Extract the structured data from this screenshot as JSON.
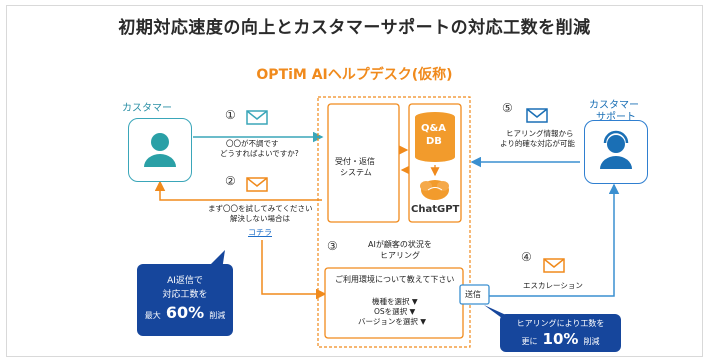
{
  "title": "初期対応速度の向上とカスタマーサポートの対応工数を削減",
  "subtitle": "OPTiM AIヘルプデスク(仮称)",
  "customer": {
    "label": "カスタマー"
  },
  "support": {
    "label_line1": "カスタマー",
    "label_line2": "サポート"
  },
  "steps": {
    "s1": {
      "num": "①",
      "line1": "〇〇が不調です",
      "line2": "どうすればよいですか?"
    },
    "s2": {
      "num": "②",
      "line1": "まず〇〇を試してみてください",
      "line2": "解決しない場合は",
      "link": "コチラ"
    },
    "s3": {
      "num": "③",
      "line1": "AIが顧客の状況を",
      "line2": "ヒアリング"
    },
    "s4": {
      "num": "④",
      "line1": "エスカレーション"
    },
    "s5": {
      "num": "⑤",
      "line1": "ヒアリング情報から",
      "line2": "より的確な対応が可能"
    }
  },
  "system": {
    "line1": "受付・返信",
    "line2": "システム"
  },
  "qa": {
    "line1": "Q&A",
    "line2": "DB"
  },
  "chatgpt": "ChatGPT",
  "form": {
    "title": "ご利用環境について教えて下さい",
    "items": [
      "機種を選択 ▼",
      "OSを選択 ▼",
      "バージョンを選択 ▼"
    ],
    "send": "送信"
  },
  "callout_left": {
    "line1": "AI返信で",
    "line2": "対応工数を",
    "prefix": "最大",
    "value": "60%",
    "suffix": "削減"
  },
  "callout_right": {
    "line1": "ヒアリングにより工数を",
    "prefix": "更に",
    "value": "10%",
    "suffix": "削減"
  },
  "colors": {
    "teal": "#3aa6b9",
    "orange": "#f08a1c",
    "navy": "#16469c",
    "blue": "#1a6fb5"
  }
}
